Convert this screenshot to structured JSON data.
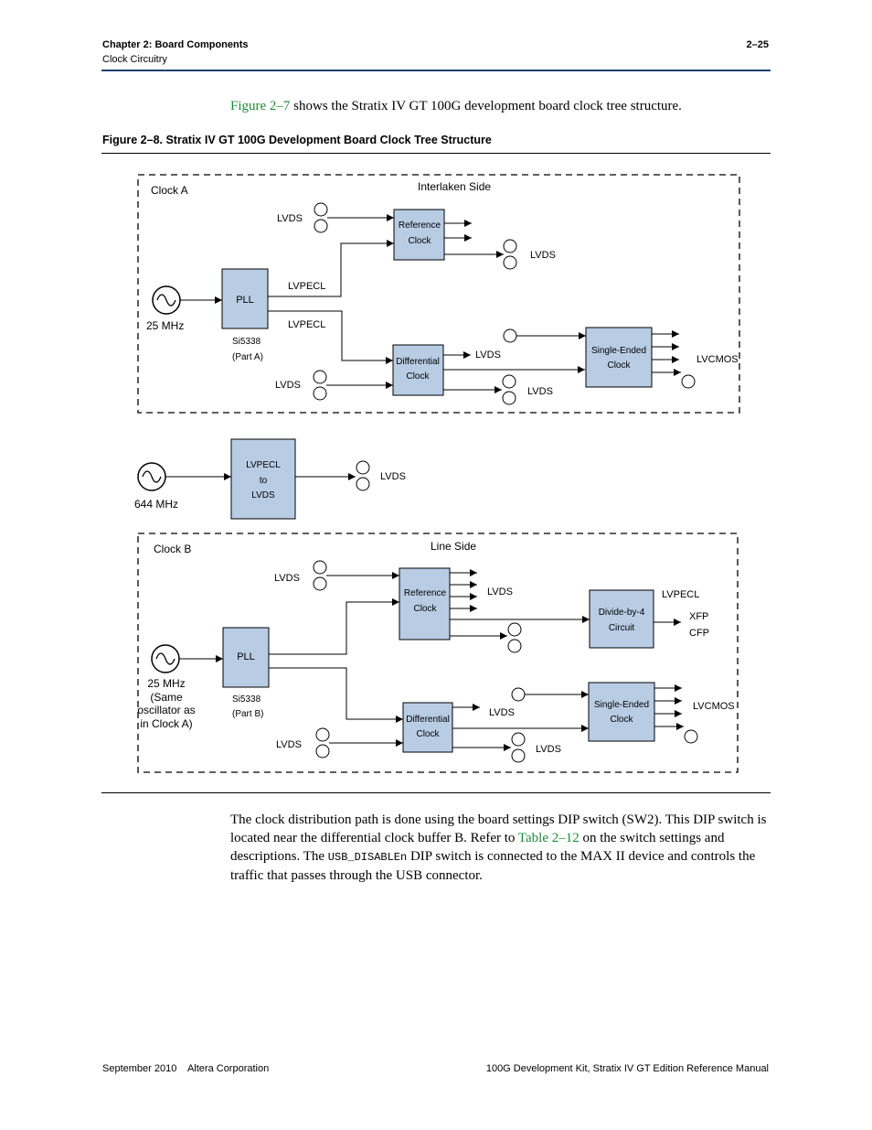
{
  "header": {
    "chapter": "Chapter 2:  Board Components",
    "section": "Clock Circuitry",
    "page_number": "2–25"
  },
  "intro": {
    "link": "Figure 2–7",
    "text": " shows the Stratix IV GT 100G development board clock tree structure."
  },
  "figure": {
    "title": "Figure 2–8.  Stratix IV GT 100G Development Board Clock Tree Structure",
    "clock_a": {
      "group_label": "Clock A",
      "side_label": "Interlaken Side",
      "osc_freq": "25 MHz",
      "pll_label": "PLL",
      "pll_part": "Si5338",
      "pll_subpart": "(Part A)",
      "ref_clock": [
        "Reference",
        "Clock"
      ],
      "diff_clock": [
        "Differential",
        "Clock"
      ],
      "se_clock": [
        "Single-Ended",
        "Clock"
      ],
      "lvds_in_top": "LVDS",
      "lvds_out_ref": "LVDS",
      "lvpecl_1": "LVPECL",
      "lvpecl_2": "LVPECL",
      "lvds_diff_out": "LVDS",
      "lvds_in_bottom": "LVDS",
      "lvds_out_bottom": "LVDS",
      "lvcmos": "LVCMOS"
    },
    "middle": {
      "osc_freq": "644 MHz",
      "converter": [
        "LVPECL",
        "to",
        "LVDS"
      ],
      "lvds_out": "LVDS"
    },
    "clock_b": {
      "group_label": "Clock B",
      "side_label": "Line Side",
      "osc_freq_lines": [
        "25 MHz",
        "(Same",
        "oscillator as",
        "in Clock A)"
      ],
      "pll_label": "PLL",
      "pll_part": "Si5338",
      "pll_subpart": "(Part B)",
      "ref_clock": [
        "Reference",
        "Clock"
      ],
      "div_circuit": [
        "Divide-by-4",
        "Circuit"
      ],
      "diff_clock": [
        "Differential",
        "Clock"
      ],
      "se_clock": [
        "Single-Ended",
        "Clock"
      ],
      "lvds_in_top": "LVDS",
      "lvds_ref_out": "LVDS",
      "lvpecl": "LVPECL",
      "xfp": "XFP",
      "cfp": "CFP",
      "lvds_diff_out": "LVDS",
      "lvds_in_bottom": "LVDS",
      "lvds_out_bottom": "LVDS",
      "lvcmos": "LVCMOS"
    }
  },
  "body": {
    "p1": "The clock distribution path is done using the board settings DIP switch (SW2). This DIP switch is located near the differential clock buffer B. Refer to ",
    "link": "Table 2–12",
    "p2": " on the switch settings and descriptions. The ",
    "code": "USB_DISABLEn",
    "p3": " DIP switch is connected to the MAX II device and controls the traffic that passes through the USB connector."
  },
  "footer": {
    "left": "September 2010    Altera Corporation",
    "right": "100G Development Kit, Stratix IV GT Edition Reference Manual"
  },
  "colors": {
    "box_fill": "#b8cce4",
    "rule": "#1f3f6f",
    "link": "#1f8a3a"
  }
}
